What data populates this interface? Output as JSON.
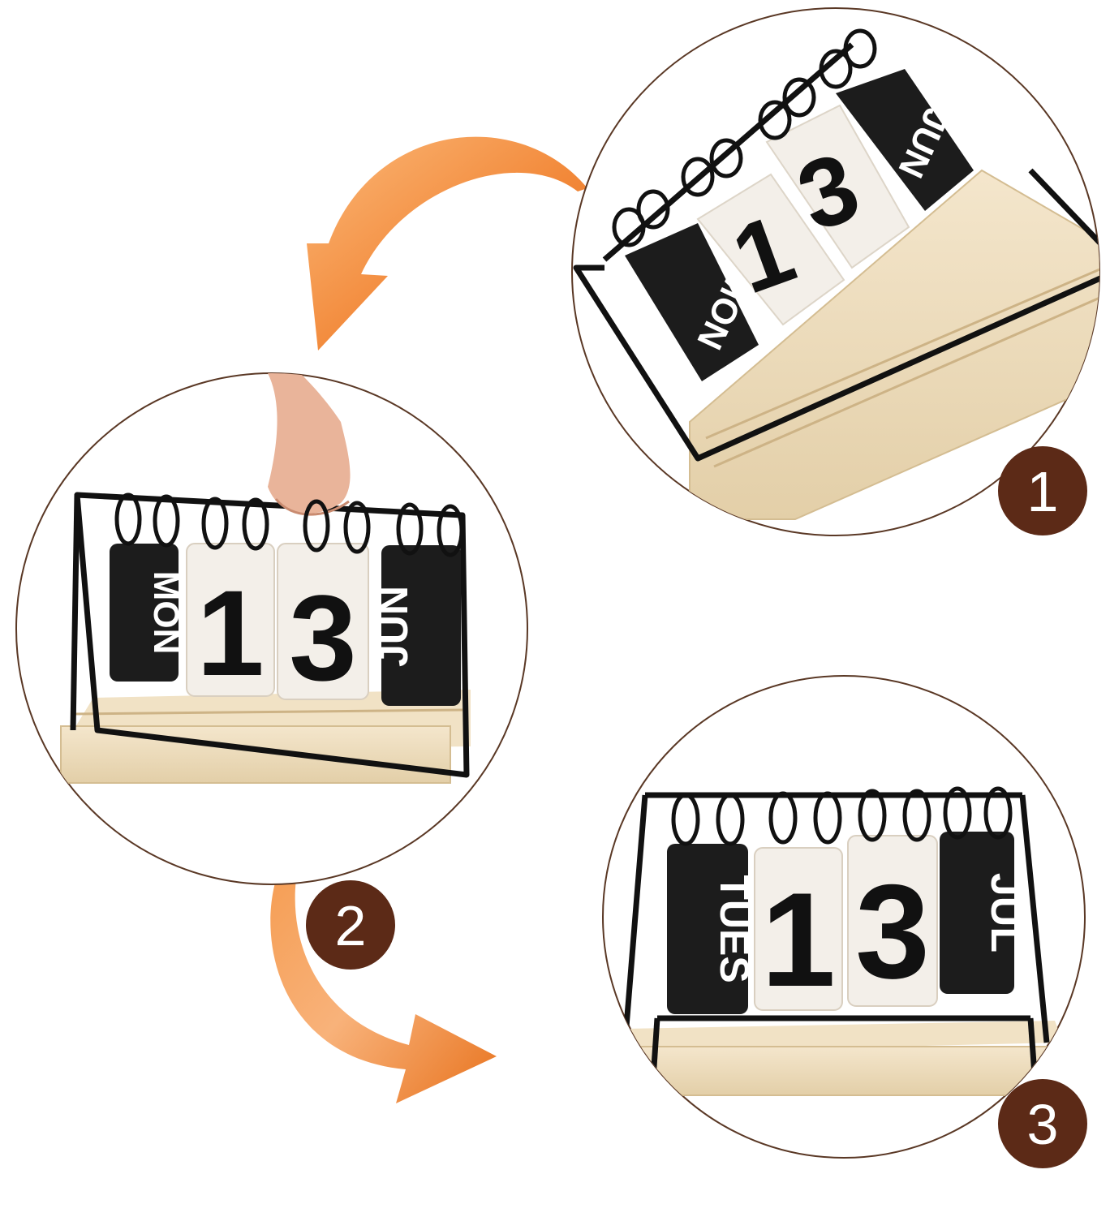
{
  "colors": {
    "circle_outline": "#5a3825",
    "badge_fill": "#5c2a17",
    "arrow_light": "#f7a15a",
    "arrow_dark": "#ee7a22",
    "card_dark": "#1c1c1c",
    "card_light": "#f3efe9",
    "wood": "#ecdcbf",
    "frame": "#111111"
  },
  "steps": [
    {
      "number": "1",
      "day": "MON",
      "date_tens": "1",
      "date_ones": "3",
      "month": "JUN"
    },
    {
      "number": "2",
      "day": "MON",
      "date_tens": "1",
      "date_ones": "3",
      "month": "JUN"
    },
    {
      "number": "3",
      "day": "TUES",
      "date_tens": "1",
      "date_ones": "3",
      "month": "JUL"
    }
  ],
  "icons": {
    "arrow_1_to_2": "curved-arrow-icon",
    "arrow_2_to_3": "curved-arrow-icon",
    "hand": "hand-icon"
  }
}
